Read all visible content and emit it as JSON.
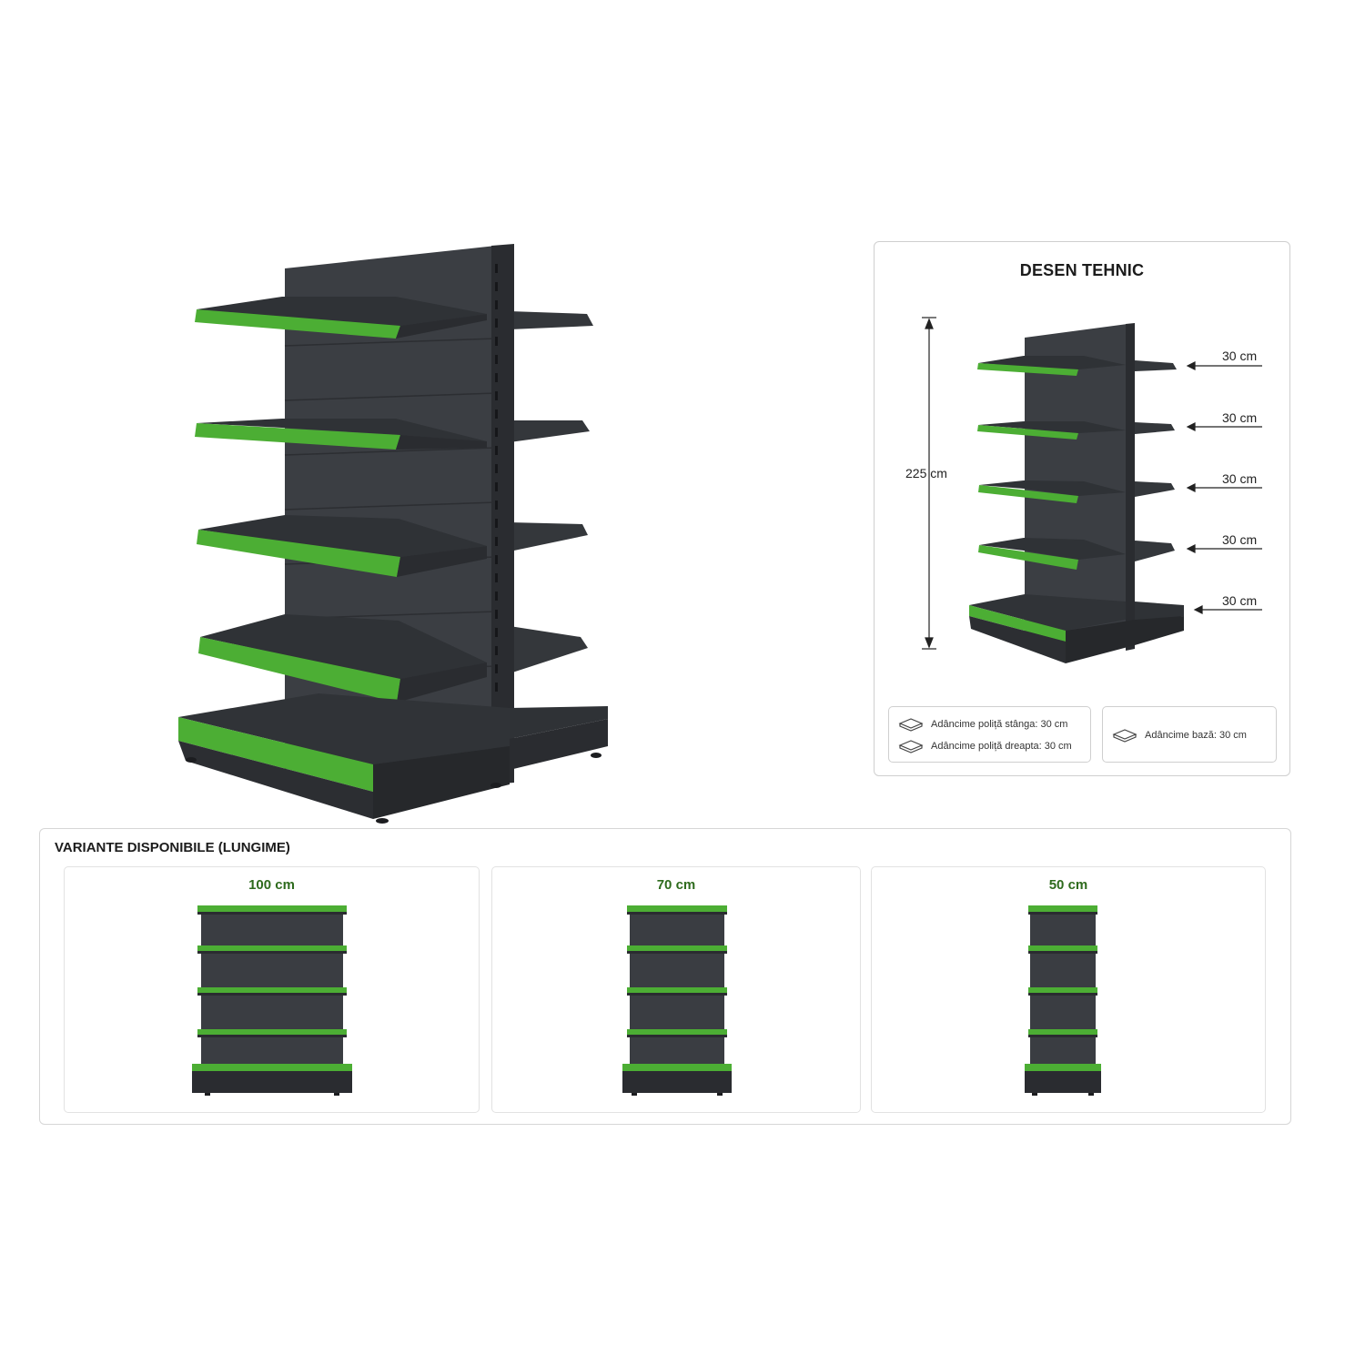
{
  "colors": {
    "green": "#4cae34",
    "green_dark": "#2f7e22",
    "panel": "#3a3d42",
    "panel_dark": "#2a2c30",
    "variant_label": "#2e6b1d"
  },
  "hero": {
    "image_name": "gondola-double-sided-shelving-unit",
    "shelf_count": 4,
    "has_base": true
  },
  "technical_drawing": {
    "title": "DESEN TEHNIC",
    "height_label": "225 cm",
    "shelf_spacing_labels": [
      "30 cm",
      "30 cm",
      "30 cm",
      "30 cm",
      "30 cm"
    ],
    "depth_left": {
      "label": "Adâncime poliță stânga:",
      "value": "30 cm",
      "icon": "shelf-depth-icon"
    },
    "depth_right": {
      "label": "Adâncime poliță dreapta:",
      "value": "30 cm",
      "icon": "shelf-depth-icon"
    },
    "depth_base": {
      "label": "Adâncime bază:",
      "value": "30 cm",
      "icon": "base-depth-icon"
    }
  },
  "variants": {
    "title": "VARIANTE DISPONIBILE (LUNGIME)",
    "items": [
      {
        "label": "100 cm"
      },
      {
        "label": "70 cm"
      },
      {
        "label": "50 cm"
      }
    ]
  }
}
